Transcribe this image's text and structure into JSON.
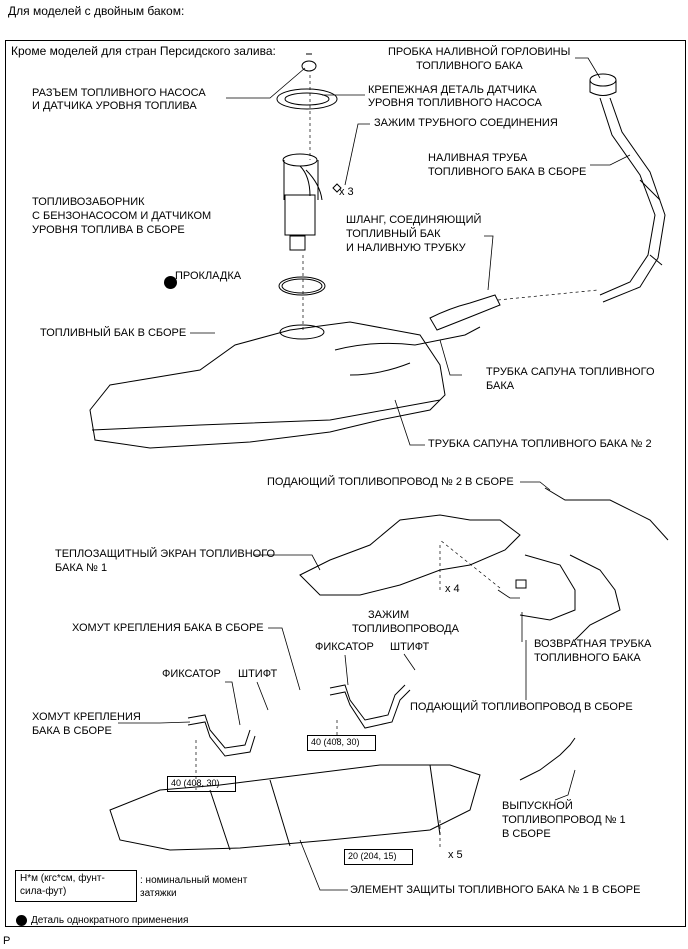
{
  "header": "Для моделей с двойным баком:",
  "subheader": "Кроме моделей для стран Персидского залива:",
  "labels": {
    "connector_l1": "РАЗЪЕМ ТОПЛИВНОГО НАСОСА",
    "connector_l2": "И ДАТЧИКА УРОВНЯ ТОПЛИВА",
    "retainer_l1": "КРЕПЕЖНАЯ ДЕТАЛЬ ДАТЧИКА",
    "retainer_l2": "УРОВНЯ ТОПЛИВНОГО НАСОСА",
    "tube_clamp": "ЗАЖИМ ТРУБНОГО СОЕДИНЕНИЯ",
    "x3": "x 3",
    "pump_l1": "ТОПЛИВОЗАБОРНИК",
    "pump_l2": "С БЕНЗОНАСОСОМ И ДАТЧИКОМ",
    "pump_l3": "УРОВНЯ ТОПЛИВА В СБОРЕ",
    "gasket": "ПРОКЛАДКА",
    "filler_cap_l1": "ПРОБКА НАЛИВНОЙ ГОРЛОВИНЫ",
    "filler_cap_l2": "ТОПЛИВНОГО БАКА",
    "filler_pipe_l1": "НАЛИВНАЯ ТРУБА",
    "filler_pipe_l2": "ТОПЛИВНОГО БАКА В СБОРЕ",
    "hose_l1": "ШЛАНГ, СОЕДИНЯЮЩИЙ",
    "hose_l2": "ТОПЛИВНЫЙ БАК",
    "hose_l3": "И НАЛИВНУЮ ТРУБКУ",
    "tank": "ТОПЛИВНЫЙ БАК В СБОРЕ",
    "breather_l1": "ТРУБКА САПУНА ТОПЛИВНОГО",
    "breather_l2": "БАКА",
    "breather2": "ТРУБКА САПУНА ТОПЛИВНОГО БАКА № 2",
    "main_tube2": "ПОДАЮЩИЙ ТОПЛИВОПРОВОД № 2 В СБОРЕ",
    "heat_l1": "ТЕПЛОЗАЩИТНЫЙ ЭКРАН ТОПЛИВНОГО",
    "heat_l2": "БАКА № 1",
    "x4": "x 4",
    "fuel_clamp_l1": "ЗАЖИМ",
    "fuel_clamp_l2": "ТОПЛИВОПРОВОДА",
    "band_top": "ХОМУТ КРЕПЛЕНИЯ БАКА В СБОРЕ",
    "clip_r": "ФИКСАТОР",
    "pin_r": "ШТИФТ",
    "return_l1": "ВОЗВРАТНАЯ ТРУБКА",
    "return_l2": "ТОПЛИВНОГО БАКА",
    "clip_l": "ФИКСАТОР",
    "pin_l": "ШТИФТ",
    "band_left_l1": "ХОМУТ КРЕПЛЕНИЯ",
    "band_left_l2": "БАКА В СБОРЕ",
    "main_tube": "ПОДАЮЩИЙ ТОПЛИВОПРОВОД В СБОРЕ",
    "outlet_l1": "ВЫПУСКНОЙ",
    "outlet_l2": "ТОПЛИВОПРОВОД № 1",
    "outlet_l3": "В СБОРЕ",
    "x5": "x 5",
    "protector": "ЭЛЕМЕНТ ЗАЩИТЫ ТОПЛИВНОГО БАКА № 1 В СБОРЕ"
  },
  "torques": {
    "t1": "40 (408, 30)",
    "t2": "40 (408, 30)",
    "t3": "20 (204, 15)"
  },
  "legend": {
    "unit_l1": "Н*м (кгс*см, фунт-",
    "unit_l2": "сила-фут)",
    "unit_desc_l1": ": номинальный момент",
    "unit_desc_l2": "затяжки",
    "nonreusable": "Деталь однократного применения"
  },
  "footer": "P"
}
